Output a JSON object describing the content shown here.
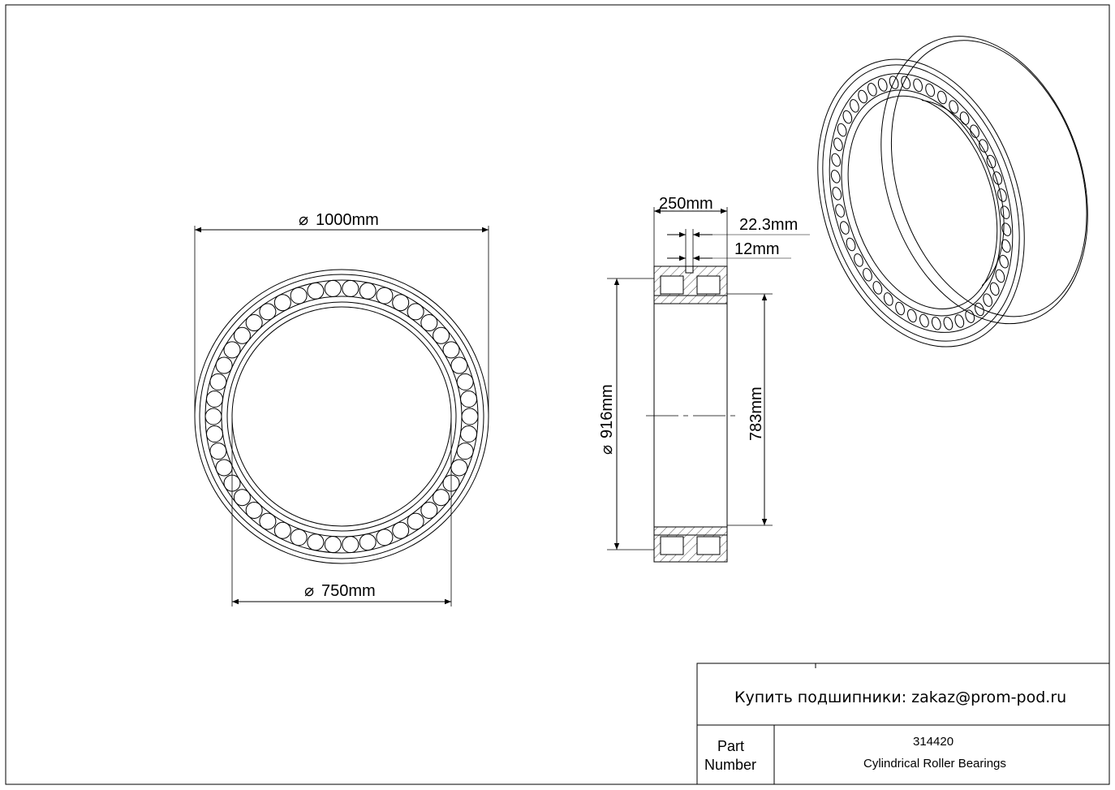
{
  "drawing": {
    "front_view": {
      "outer_diameter": "1000mm",
      "inner_diameter": "750mm",
      "diameter_symbol": "⌀"
    },
    "side_view": {
      "width": "250mm",
      "groove_width": "22.3mm",
      "groove_depth": "12mm",
      "pitch_diameter": "916mm",
      "bore_diameter": "783mm"
    }
  },
  "title_block": {
    "link": "Купить подшипники: zakaz@prom-pod.ru",
    "part_label_line1": "Part",
    "part_label_line2": "Number",
    "part_number": "314420",
    "part_type": "Cylindrical Roller Bearings"
  }
}
